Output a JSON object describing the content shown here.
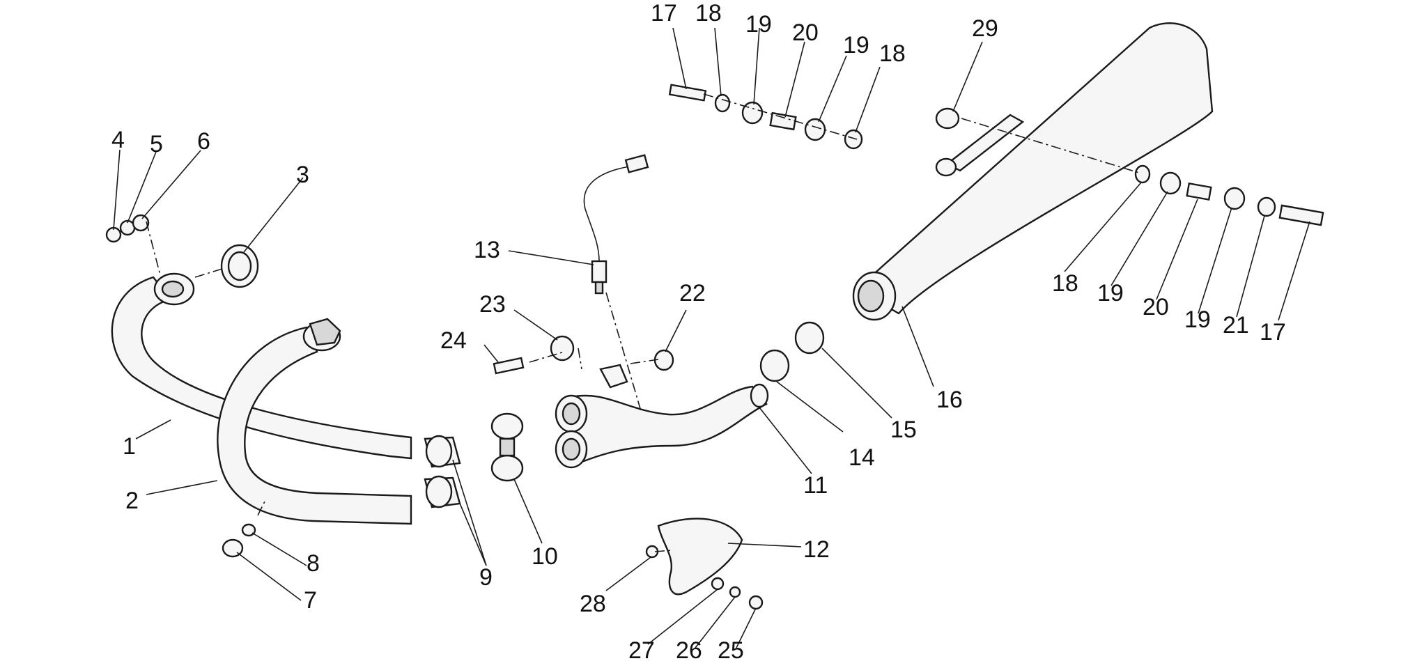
{
  "diagram": {
    "background_color": "#ffffff",
    "line_color": "#1a1a1a",
    "callouts": {
      "c1": "1",
      "c2": "2",
      "c3": "3",
      "c4": "4",
      "c5": "5",
      "c6": "6",
      "c7": "7",
      "c8": "8",
      "c9": "9",
      "c10": "10",
      "c11": "11",
      "c12": "12",
      "c13": "13",
      "c14": "14",
      "c15": "15",
      "c16": "16",
      "c17a": "17",
      "c18a": "18",
      "c19a": "19",
      "c20a": "20",
      "c19b": "19",
      "c18b": "18",
      "c29": "29",
      "c18c": "18",
      "c19c": "19",
      "c20b": "20",
      "c19d": "19",
      "c21": "21",
      "c17b": "17",
      "c22": "22",
      "c23": "23",
      "c24": "24",
      "c25": "25",
      "c26": "26",
      "c27": "27",
      "c28": "28"
    }
  }
}
